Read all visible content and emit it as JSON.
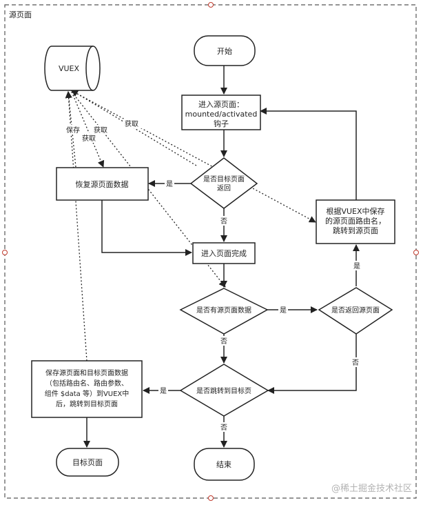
{
  "page": {
    "frame_title": "源页面",
    "watermark": "@稀土掘金技术社区"
  },
  "nodes": {
    "vuex": "VUEX",
    "start": "开始",
    "enter_source": [
      "进入源页面：",
      "mounted/activated",
      "钩子"
    ],
    "restore_data": "恢复源页面数据",
    "is_return": [
      "是否目标页面",
      "返回"
    ],
    "redirect": [
      "根据VUEX中保存",
      "的源页面路由名，",
      "跳转到源页面"
    ],
    "enter_done": "进入页面完成",
    "has_data": "是否有源页面数据",
    "is_back_source": "是否返回源页面",
    "save_data": [
      "保存源页面和目标页面数据",
      "（包括路由名、路由参数、",
      "组件 $data 等）到VUEX中",
      "后，跳转到目标页面"
    ],
    "is_jump_target": "是否跳转到目标页",
    "target_page": "目标页面",
    "end": "结束"
  },
  "edge_labels": {
    "save": "保存",
    "fetch1": "获取",
    "fetch2": "获取",
    "fetch3": "获取",
    "yes_return": "是",
    "no_return": "否",
    "yes_has": "是",
    "no_has": "否",
    "yes_back": "是",
    "no_back": "否",
    "yes_jump": "是",
    "no_jump": "否"
  }
}
